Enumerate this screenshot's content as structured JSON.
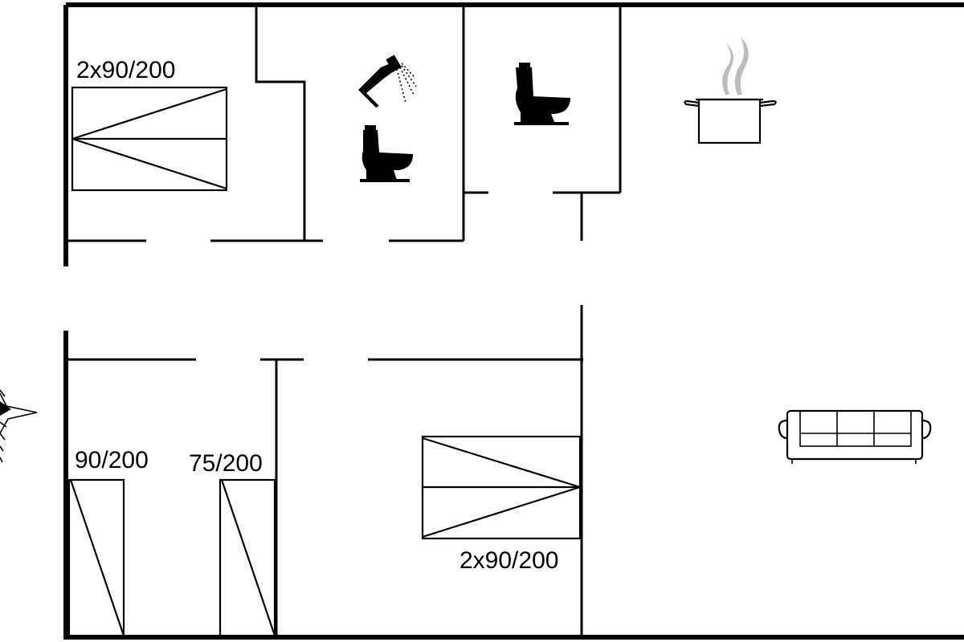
{
  "floorplan": {
    "bed_labels": {
      "bedroom_top_left": "2x90/200",
      "bedroom_bottom_left_single": "90/200",
      "bedroom_bottom_middle_single": "75/200",
      "bedroom_bottom_right": "2x90/200"
    },
    "fixtures": [
      "shower-icon",
      "toilet-icon",
      "toilet-icon",
      "cooking-pot-icon",
      "sofa-icon",
      "compass-icon"
    ]
  }
}
